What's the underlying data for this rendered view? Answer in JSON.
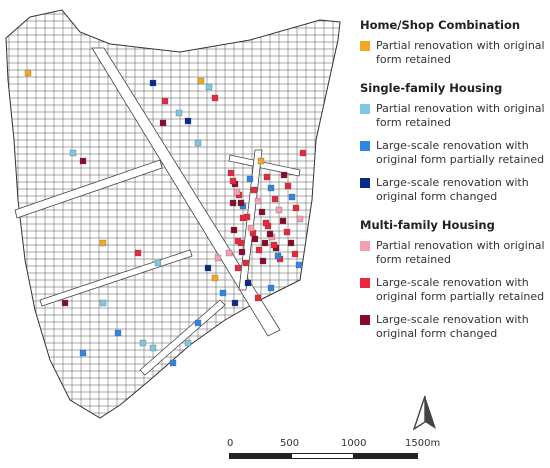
{
  "legend": {
    "groups": [
      {
        "title": "Home/Shop Combination",
        "items": [
          {
            "label": "Partial renovation with original form retained",
            "color": "#f5a623"
          }
        ]
      },
      {
        "title": "Single-family Housing",
        "items": [
          {
            "label": "Partial renovation with original form retained",
            "color": "#7ec8e3"
          },
          {
            "label": "Large-scale renovation with original form partially retained",
            "color": "#2f86e0"
          },
          {
            "label": "Large-scale renovation with original form changed",
            "color": "#0a2a8c"
          }
        ]
      },
      {
        "title": "Multi-family Housing",
        "items": [
          {
            "label": "Partial renovation with original form retained",
            "color": "#f4a0b0"
          },
          {
            "label": "Large-scale renovation with original form partially retained",
            "color": "#e8283c"
          },
          {
            "label": "Large-scale renovation with original form changed",
            "color": "#8b0a2a"
          }
        ]
      }
    ]
  },
  "scale_bar": {
    "ticks": [
      "0",
      "500",
      "1000",
      "1500"
    ],
    "unit": "m"
  },
  "north_arrow": {
    "icon": "north-arrow-icon"
  }
}
